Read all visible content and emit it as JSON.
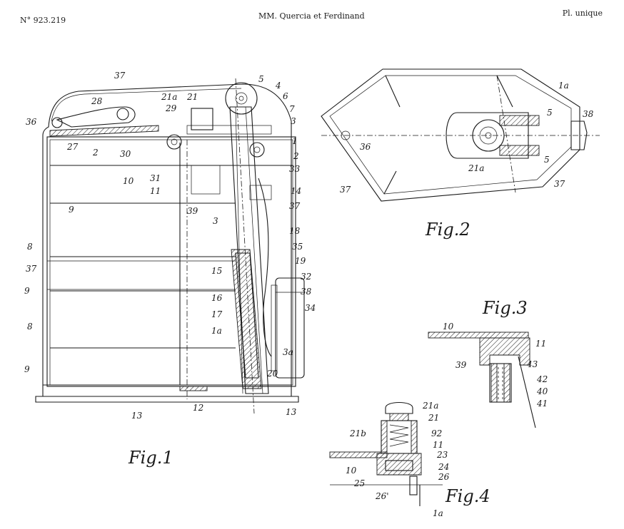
{
  "header": {
    "number": "N° 923.219",
    "title": "MM. Quercia et Ferdinand",
    "plate": "Pl. unique"
  },
  "figures": {
    "fig1": {
      "caption": "Fig.1",
      "labels": [
        "37",
        "5",
        "4",
        "6",
        "7",
        "3",
        "1",
        "2",
        "33",
        "14",
        "37",
        "18",
        "35",
        "19",
        "32",
        "38",
        "34",
        "3a",
        "20",
        "13",
        "12",
        "13",
        "28",
        "21a",
        "21",
        "29",
        "36",
        "27",
        "2",
        "30",
        "10",
        "31",
        "11",
        "39",
        "9",
        "3",
        "8",
        "37",
        "9",
        "8",
        "9",
        "15",
        "16",
        "17",
        "1a"
      ]
    },
    "fig2": {
      "caption": "Fig.2",
      "labels": [
        "1a",
        "5",
        "38",
        "36",
        "21a",
        "5",
        "37",
        "37"
      ]
    },
    "fig3": {
      "caption": "Fig.3",
      "labels": [
        "10",
        "11",
        "39",
        "43",
        "42",
        "40",
        "41"
      ]
    },
    "fig4": {
      "caption": "Fig.4",
      "labels": [
        "21a",
        "21",
        "21b",
        "92",
        "11",
        "23",
        "10",
        "24",
        "26",
        "25",
        "26'",
        "1a"
      ]
    }
  }
}
